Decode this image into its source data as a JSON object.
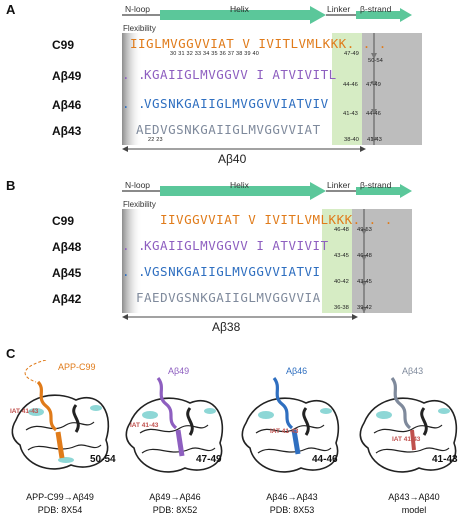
{
  "colors": {
    "helix": "#5bc79a",
    "c99": "#e07b1a",
    "ab49": "#8e5fc0",
    "ab46": "#2f6fc0",
    "ab43": "#7f8a9c",
    "green_box": "#d6ecc4",
    "gray_box": "#bdbdbd",
    "dark_gray": "#9a9a9a"
  },
  "panelA": {
    "label": "A",
    "segments": {
      "nloop": "N-loop",
      "helix": "Helix",
      "linker": "Linker",
      "strand": "β-strand"
    },
    "flexibility": "Flexibility",
    "rows": [
      {
        "name": "C99",
        "seq": "IIGLMVGGVVIAT V IVITLVMLKKK. . .",
        "color_key": "c99"
      },
      {
        "name": "Aβ49",
        "seq": "KGAIIGLMVGGVV I ATVIVITL",
        "color_key": "ab49"
      },
      {
        "name": "Aβ46",
        "seq": "VGSNKGAIIGLMVGGVVIATVIV",
        "color_key": "ab46"
      },
      {
        "name": "Aβ43",
        "seq": "AEDVGSNKGAIIGLMVGGVVIAT",
        "color_key": "ab43"
      }
    ],
    "row_prefix": ". .",
    "nums_c99": "30 31 32 33 34 35 36 37 38 39 40",
    "nums_c99b": "34 35 36 37 38 39 40",
    "cleave_c99": [
      "47-49",
      "50-54"
    ],
    "cleave_ab49": [
      "44-46",
      "47-49"
    ],
    "cleave_ab46": [
      "41-43",
      "44-46"
    ],
    "nums_ab43": "22 23",
    "cleave_ab43": [
      "38-40",
      "41-43"
    ],
    "range_label": "Aβ40"
  },
  "panelB": {
    "label": "B",
    "segments": {
      "nloop": "N-loop",
      "helix": "Helix",
      "linker": "Linker",
      "strand": "β-strand"
    },
    "flexibility": "Flexibility",
    "rows": [
      {
        "name": "C99",
        "seq": "IIVGGVVIAT V IVITLVMLKKK. . .",
        "color_key": "c99"
      },
      {
        "name": "Aβ48",
        "seq": "KGAIIGLMVGGVV I ATVIVIT",
        "color_key": "ab49"
      },
      {
        "name": "Aβ45",
        "seq": "VGSNKGAIIGLMVGGVVIATVI",
        "color_key": "ab46"
      },
      {
        "name": "Aβ42",
        "seq": "FAEDVGSNKGAIIGLMVGGVVIA",
        "color_key": "ab43"
      }
    ],
    "row_prefix": ". .",
    "cleave_c99": [
      "46-48",
      "49-53"
    ],
    "cleave_ab48": [
      "43-45",
      "46-48"
    ],
    "cleave_ab45": [
      "40-42",
      "43-45"
    ],
    "cleave_ab42": [
      "36-38",
      "39-42"
    ],
    "range_label": "Aβ38"
  },
  "panelC": {
    "label": "C",
    "structures": [
      {
        "tag": "APP-C99",
        "tag_color": "#e07b1a",
        "iat": "IAT 41-43",
        "site": "50-54",
        "cap1": "APP-C99→Aβ49",
        "cap2": "PDB: 8X54"
      },
      {
        "tag": "Aβ49",
        "tag_color": "#8e5fc0",
        "iat": "IAT 41-43",
        "site": "47-49",
        "cap1": "Aβ49→Aβ46",
        "cap2": "PDB: 8X52"
      },
      {
        "tag": "Aβ46",
        "tag_color": "#2f6fc0",
        "iat": "IAT 41-43",
        "site": "44-46",
        "cap1": "Aβ46→Aβ43",
        "cap2": "PDB: 8X53"
      },
      {
        "tag": "Aβ43",
        "tag_color": "#7f8a9c",
        "iat": "IAT 41-43",
        "site": "41-43",
        "cap1": "Aβ43→Aβ40",
        "cap2": "model"
      }
    ]
  }
}
